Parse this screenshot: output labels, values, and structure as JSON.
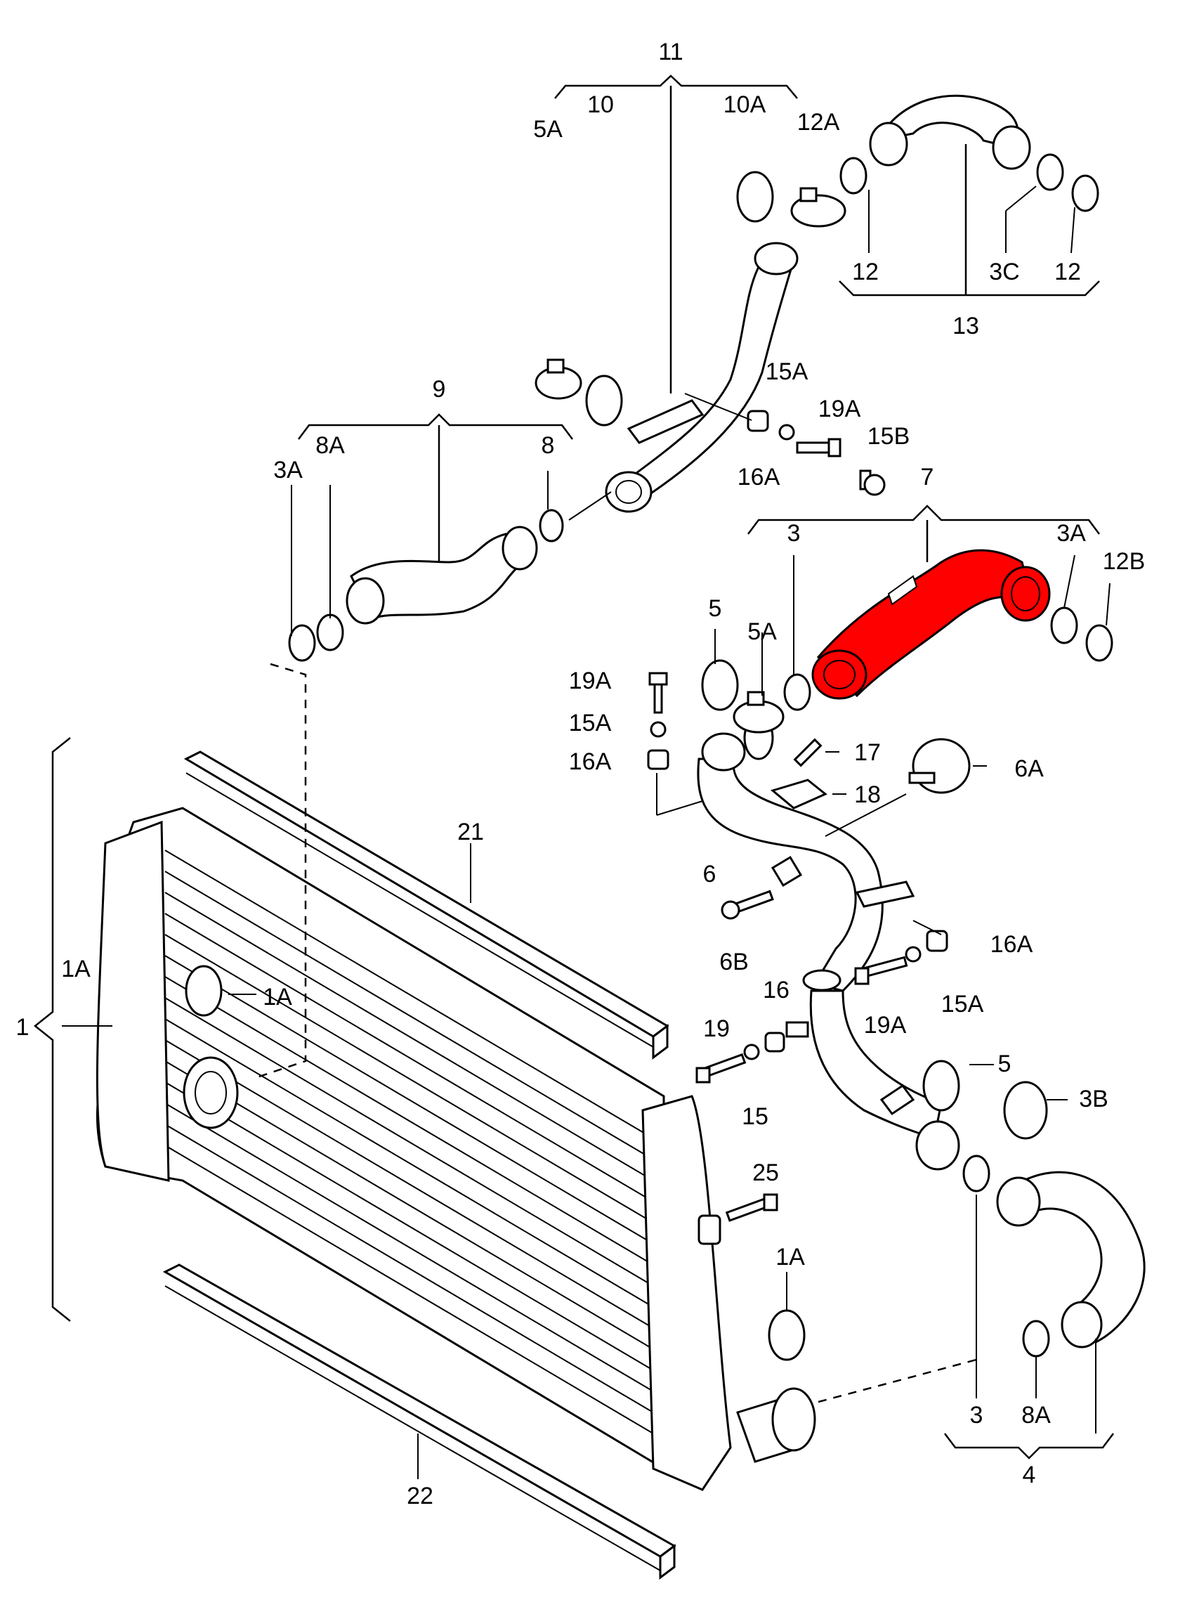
{
  "labels": {
    "l11": "11",
    "l10": "10",
    "l10A": "10A",
    "l12A": "12A",
    "l5A_top": "5A",
    "l12_a": "12",
    "l3C": "3C",
    "l12_b": "12",
    "l13": "13",
    "l9": "9",
    "l8A_left": "8A",
    "l3A_left": "3A",
    "l8_left": "8",
    "l15A_top": "15A",
    "l19A_top": "19A",
    "l15B": "15B",
    "l16A_top": "16A",
    "l7": "7",
    "l3_mid": "3",
    "l3A_right": "3A",
    "l12B": "12B",
    "l5": "5",
    "l5A_mid": "5A",
    "l19A_left": "19A",
    "l15A_left": "15A",
    "l16A_left": "16A",
    "l17": "17",
    "l18": "18",
    "l6A": "6A",
    "l6": "6",
    "l21": "21",
    "l1A_side": "1A",
    "l1A_inner": "1A",
    "l1": "1",
    "l6B": "6B",
    "l16A_right": "16A",
    "l19A_right": "19A",
    "l15A_right": "15A",
    "l16": "16",
    "l19": "19",
    "l15": "15",
    "l5_low": "5",
    "l3B": "3B",
    "l25": "25",
    "l1A_low": "1A",
    "l3_low": "3",
    "l8A_low": "8A",
    "l4": "4",
    "l22": "22"
  },
  "colors": {
    "highlight": "#ff0000",
    "line": "#000000",
    "background": "#ffffff"
  }
}
